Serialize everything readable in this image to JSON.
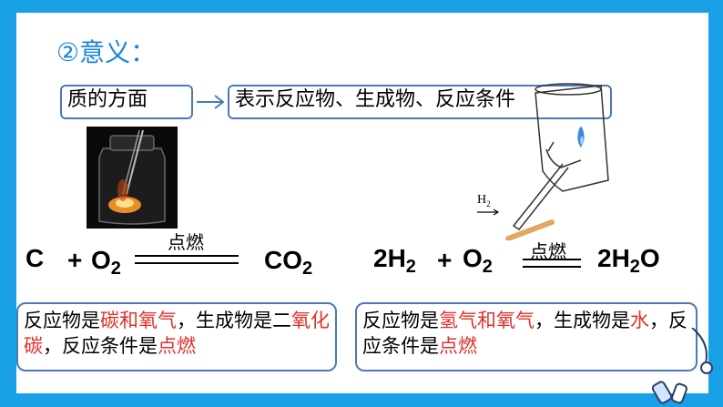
{
  "title": "②意义：",
  "quality_label": "质的方面",
  "quality_desc": "表示反应物、生成物、反应条件",
  "h2_label": "H",
  "h2_sub": "2",
  "eq1": {
    "reactant1": "C",
    "plus": "+",
    "reactant2": "O",
    "reactant2_sub": "2",
    "condition": "点燃",
    "product": "CO",
    "product_sub": "2"
  },
  "eq2": {
    "coef1": "2H",
    "coef1_sub": "2",
    "plus": "+",
    "reactant2": "O",
    "reactant2_sub": "2",
    "condition": "点燃",
    "product_a": "2H",
    "product_sub": "2",
    "product_b": "O"
  },
  "note1": {
    "p1": "反应物是",
    "r1": "碳和氧气",
    "p2": "，生成物是二",
    "r2": "氧化碳",
    "p3": "，反应条件是",
    "r3": "点燃"
  },
  "note2": {
    "p1": "反应物是",
    "r1": "氢气和氧气",
    "p2": "，生成物是",
    "r2": "水",
    "p3": "，反应条件是",
    "r3": "点燃"
  },
  "colors": {
    "frame": "#1aa0e6",
    "title": "#1a86d6",
    "highlight": "#e0302a",
    "border": "#4a7ab8"
  }
}
